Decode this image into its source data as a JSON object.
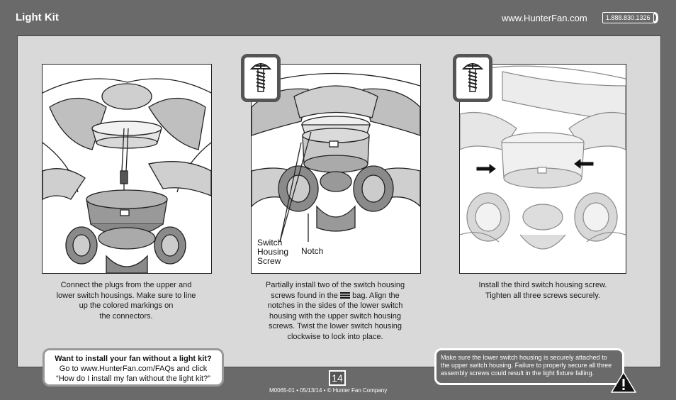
{
  "header": {
    "title": "Light Kit",
    "url": "www.HunterFan.com",
    "phone": "1.888.830.1326"
  },
  "steps": [
    {
      "caption_lines": [
        "Connect the plugs from the upper and",
        "lower switch housings. Make sure to line",
        "up the colored markings on",
        "the connectors."
      ]
    },
    {
      "caption_line1": "Partially install two of the switch housing",
      "caption_line2_pre": "screws found in the",
      "caption_line2_post": "bag. Align the",
      "caption_rest": [
        "notches in the sides of the lower switch",
        "housing with the upper switch housing",
        "screws. Twist the lower switch housing",
        "clockwise to lock into place."
      ],
      "label_screw": [
        "Switch",
        "Housing",
        "Screw"
      ],
      "label_notch": "Notch"
    },
    {
      "caption_lines": [
        "Install the third switch housing screw.",
        "Tighten all three screws securely."
      ]
    }
  ],
  "note": {
    "title": "Want to install your fan without a light kit?",
    "line1": "Go to www.HunterFan.com/FAQs and click",
    "line2": "“How do I install my fan without the light kit?”"
  },
  "warning": {
    "lines": [
      "Make sure the lower switch housing is securely attached to",
      "the upper switch housing. Failure to properly secure all three",
      "assembly screws could result in the light fixture falling."
    ]
  },
  "page_number": "14",
  "footer": "M0065-01 • 05/13/14 • © Hunter Fan Company",
  "colors": {
    "background": "#6a6a6a",
    "panel": "#d9d9d9"
  }
}
